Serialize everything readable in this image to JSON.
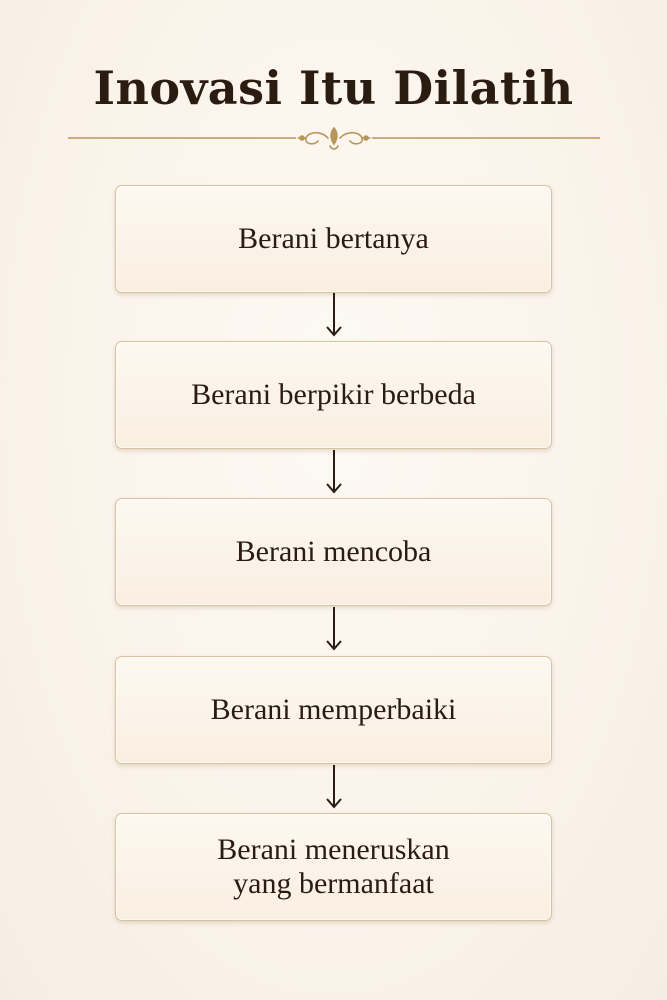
{
  "title": "Inovasi Itu Dilatih",
  "steps": [
    {
      "label": "Berani bertanya"
    },
    {
      "label": "Berani berpikir berbeda"
    },
    {
      "label": "Berani mencoba"
    },
    {
      "label": "Berani memperbaiki"
    },
    {
      "label": "Berani meneruskan\nyang bermanfaat"
    }
  ],
  "colors": {
    "background": "#fbf5ee",
    "box_fill": "#fbf3e7",
    "box_border": "#d8c3a0",
    "ornament": "#b8965a",
    "text": "#2a1c12",
    "arrow": "#2a1c12"
  }
}
